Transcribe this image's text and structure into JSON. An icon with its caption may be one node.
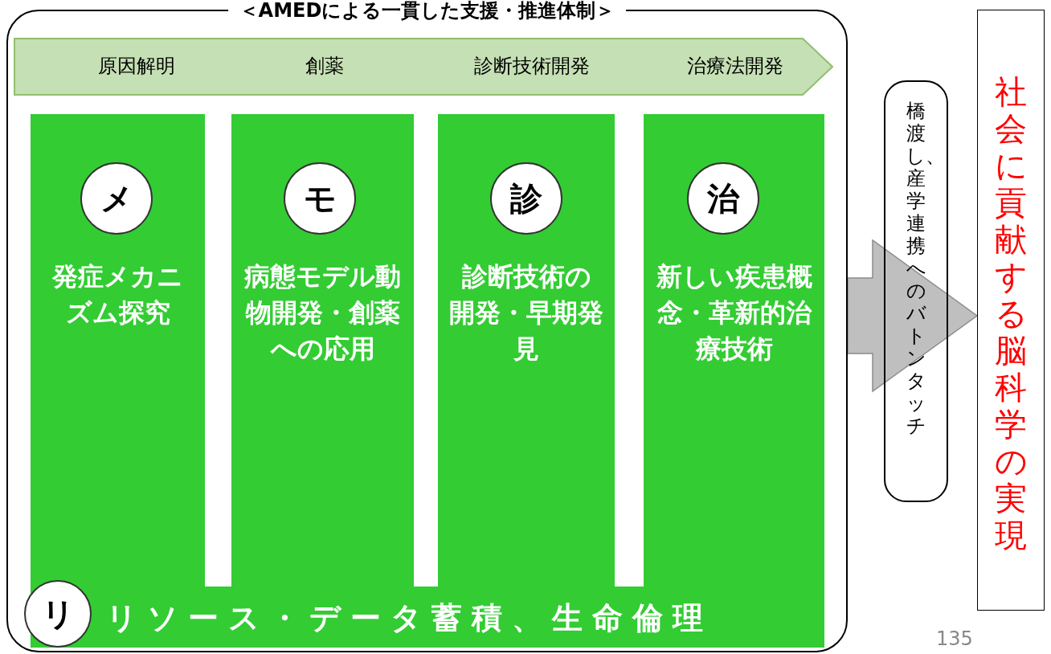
{
  "diagram": {
    "nodes": [
      {
        "text": [
          "＜AMEDによる一貫した支援・推進体制＞"
        ]
      },
      {
        "text": [
          "原因解明",
          "創薬",
          "診断技術開発",
          "治療法開発"
        ],
        "in": 0
      },
      {
        "text": [
          "発症メカニズム探究"
        ],
        "in": 0
      },
      {
        "text": [
          "メ"
        ],
        "in": 2
      },
      {
        "text": [
          "病態モデル動物開発・創薬への応用"
        ],
        "in": 0
      },
      {
        "text": [
          "モ"
        ],
        "in": 4
      },
      {
        "text": [
          "診断技術の開発・早期発見"
        ],
        "in": 0
      },
      {
        "text": [
          "診"
        ],
        "in": 6
      },
      {
        "text": [
          "新しい疾患概念・革新的治療技術"
        ],
        "in": 0
      },
      {
        "text": [
          "治"
        ],
        "in": 8
      },
      {
        "text": [
          "リソース・データ蓄積、生命倫理"
        ],
        "in": 0
      },
      {
        "text": [
          "リ"
        ],
        "in": 10
      },
      {
        "text": [
          "橋渡し、産学連携へのバトンタッチ"
        ]
      },
      {
        "text": [
          "社会に貢献する脳科学の実現"
        ]
      }
    ],
    "edges": [
      {
        "from": 0,
        "to": 13,
        "arrow": "to"
      }
    ],
    "labels": [
      "135"
    ]
  }
}
